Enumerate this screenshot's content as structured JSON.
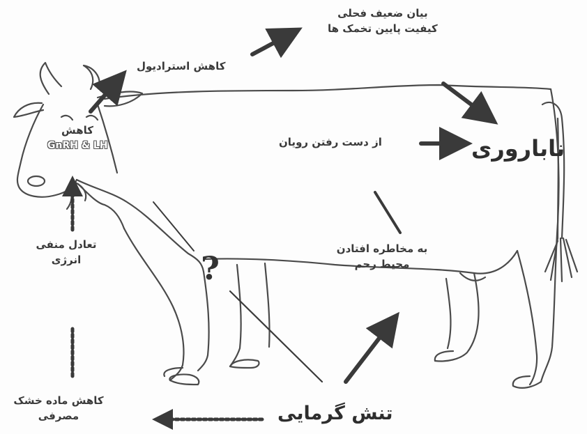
{
  "labels": {
    "poor_semen": [
      "بیان ضعیف فحلی",
      "کیفیت پایین تخمک ها"
    ],
    "estradiol": "کاهش استرادیول",
    "gnrh_fa": "کاهش",
    "gnrh_en": "GnRH & LH",
    "embryo_loss": "از دست رفتن رویان",
    "infertility": "ناباروری",
    "neg_energy": [
      "تعادل منفی",
      "انرژی"
    ],
    "uterus": [
      "به مخاطره افتادن",
      "محیط رحم"
    ],
    "question": "?",
    "heat_stress": "تنش گرمایی",
    "dry_matter": [
      "کاهش ماده خشک",
      "مصرفی"
    ]
  },
  "colors": {
    "ink": "#3a3a3a",
    "outline": "#4a4a4a",
    "paper": "#fdfdfd"
  }
}
